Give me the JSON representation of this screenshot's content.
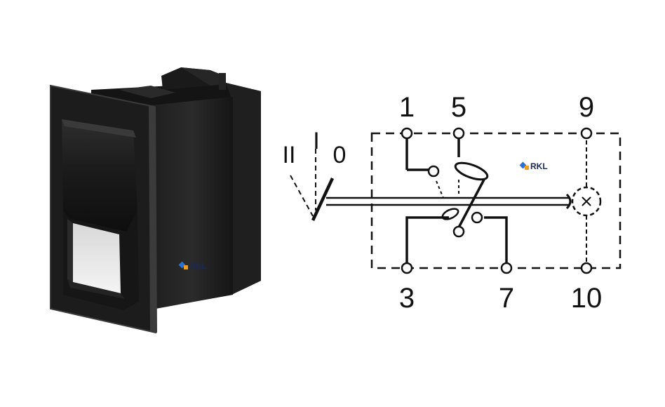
{
  "diagram": {
    "terminals_top": [
      "1",
      "5",
      "9"
    ],
    "terminals_bottom": [
      "3",
      "7",
      "10"
    ],
    "positions": [
      "II",
      "I",
      "0"
    ]
  },
  "watermark": {
    "text": "RKL"
  }
}
